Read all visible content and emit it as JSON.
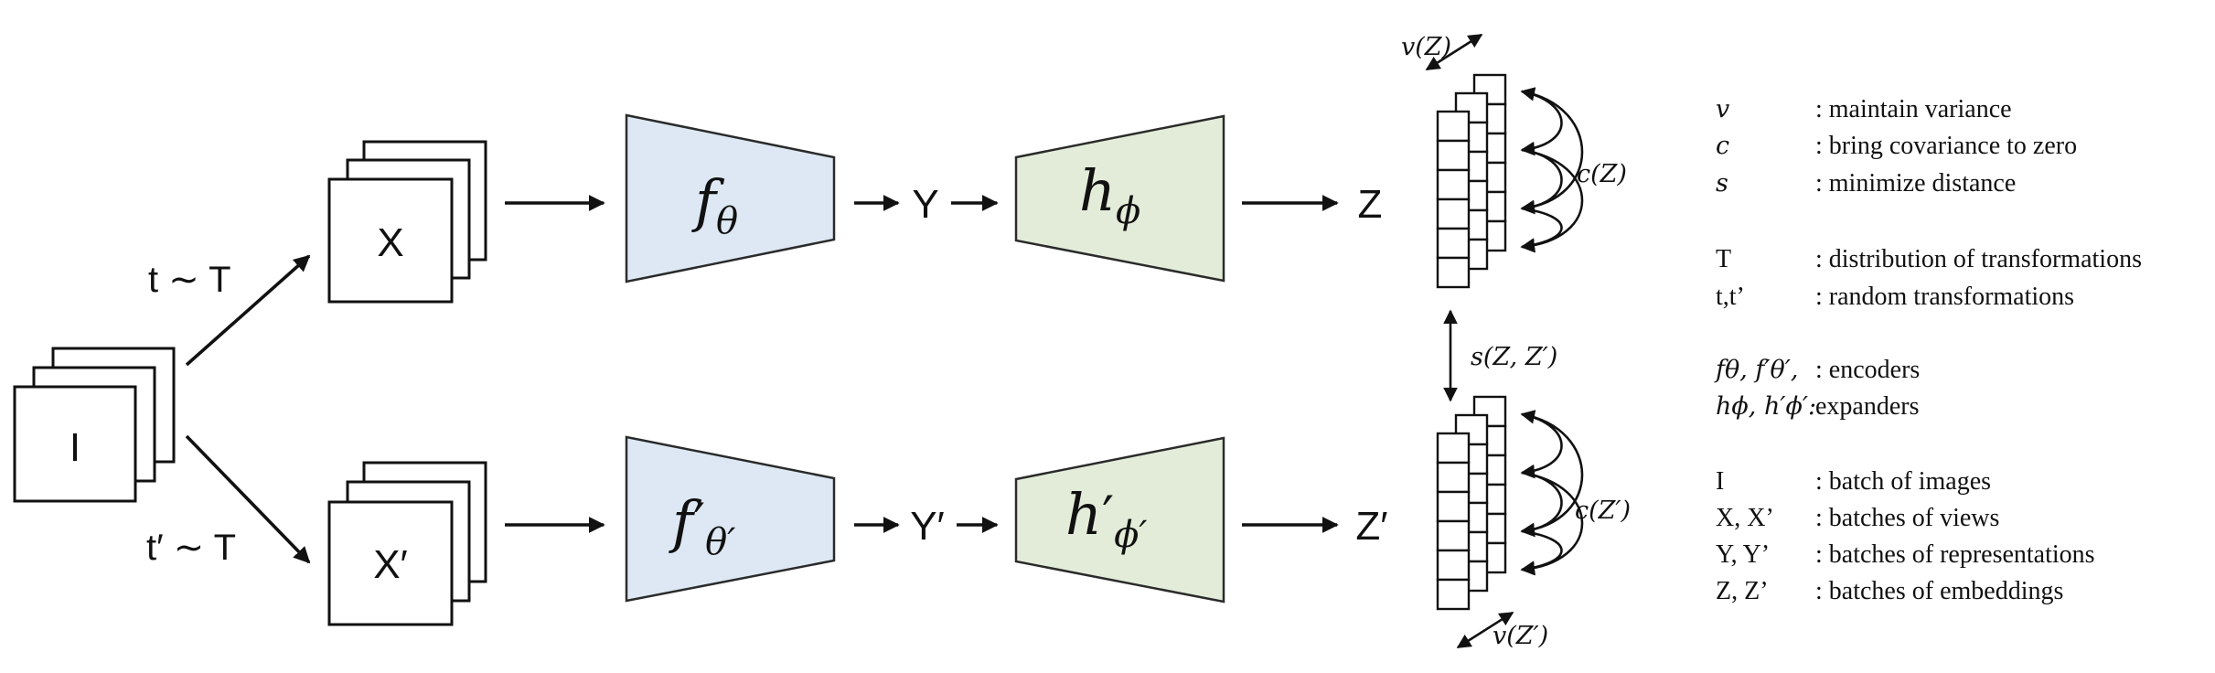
{
  "nodes": {
    "input": "I",
    "view_top": "X",
    "view_bottom": "X′",
    "repr_top": "Y",
    "repr_bottom": "Y′",
    "emb_top": "Z",
    "emb_bottom": "Z′"
  },
  "edge_labels": {
    "t_top": "t ∼ T",
    "t_bottom": "t′ ∼ T"
  },
  "modules": {
    "encoder_top": {
      "base": "f",
      "sub": "θ",
      "prime": false
    },
    "encoder_bottom": {
      "base": "f",
      "sub": "θ′",
      "prime": true
    },
    "expander_top": {
      "base": "h",
      "sub": "ϕ",
      "prime": false
    },
    "expander_bottom": {
      "base": "h",
      "sub": "ϕ′",
      "prime": true
    }
  },
  "annotations": {
    "variance_top": "v(Z)",
    "variance_bottom": "v(Z′)",
    "covariance_top": "c(Z)",
    "covariance_bottom": "c(Z′)",
    "similarity": "s(Z, Z′)"
  },
  "legend": {
    "rows": [
      {
        "symbol": "v",
        "italic": true,
        "desc": ": maintain  variance"
      },
      {
        "symbol": "c",
        "italic": true,
        "desc": ": bring covariance to zero"
      },
      {
        "symbol": "s",
        "italic": true,
        "desc": ": minimize  distance"
      },
      {
        "symbol": "T",
        "italic": false,
        "desc": ": distribution  of transformations"
      },
      {
        "symbol": "t,t’",
        "italic": false,
        "desc": ": random transformations"
      },
      {
        "symbol": "fθ, f′θ′,",
        "italic": true,
        "desc": " : encoders"
      },
      {
        "symbol": "hϕ, h′ϕ′:",
        "italic": true,
        "desc": " expanders"
      },
      {
        "symbol": "I",
        "italic": false,
        "desc": ": batch  of images"
      },
      {
        "symbol": "X, X’",
        "italic": false,
        "desc": ": batches of views"
      },
      {
        "symbol": "Y, Y’",
        "italic": false,
        "desc": ": batches of representations"
      },
      {
        "symbol": "Z, Z’",
        "italic": false,
        "desc": ": batches of embeddings"
      }
    ]
  },
  "colors": {
    "encoder_fill": "#dde8f4",
    "expander_fill": "#e3ecd9",
    "stroke": "#111111"
  }
}
